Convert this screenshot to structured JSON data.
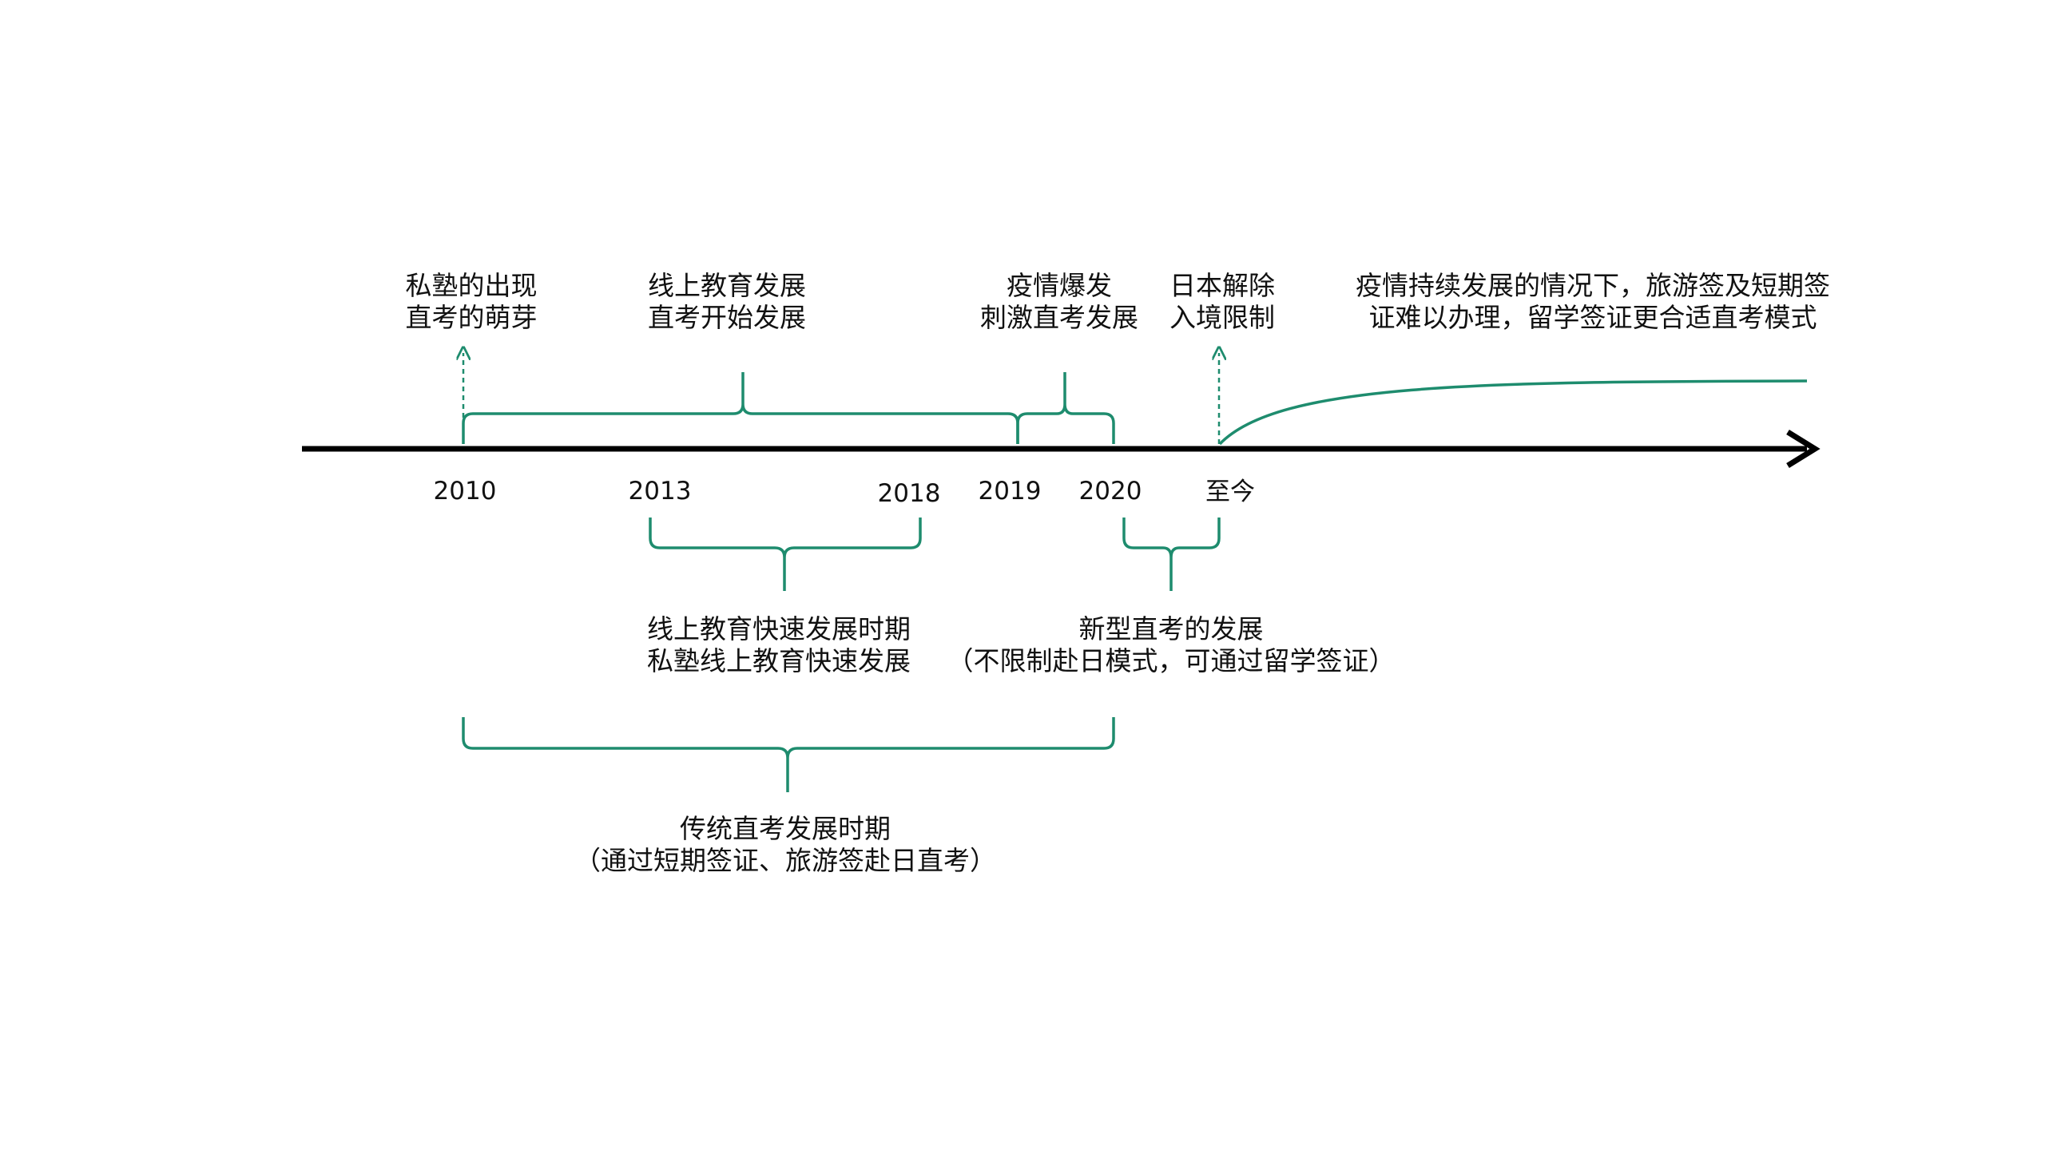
{
  "colors": {
    "accent": "#1e8c6e",
    "axis": "#000000",
    "text": "#111111"
  },
  "axis": {
    "years": [
      "2010",
      "2013",
      "2018",
      "2019",
      "2020",
      "至今"
    ]
  },
  "top_labels": [
    {
      "line1": "私塾的出现",
      "line2": "直考的萌芽"
    },
    {
      "line1": "线上教育发展",
      "line2": "直考开始发展"
    },
    {
      "line1": "疫情爆发",
      "line2": "刺激直考发展"
    },
    {
      "line1": "日本解除",
      "line2": "入境限制"
    },
    {
      "line1": "疫情持续发展的情况下，旅游签及短期签",
      "line2": "证难以办理，留学签证更合适直考模式"
    }
  ],
  "bottom_labels": [
    {
      "line1": "线上教育快速发展时期",
      "line2": "私塾线上教育快速发展"
    },
    {
      "line1": "新型直考的发展",
      "line2": "（不限制赴日模式，可通过留学签证）"
    },
    {
      "line1": "传统直考发展时期",
      "line2": "（通过短期签证、旅游签赴日直考）"
    }
  ]
}
